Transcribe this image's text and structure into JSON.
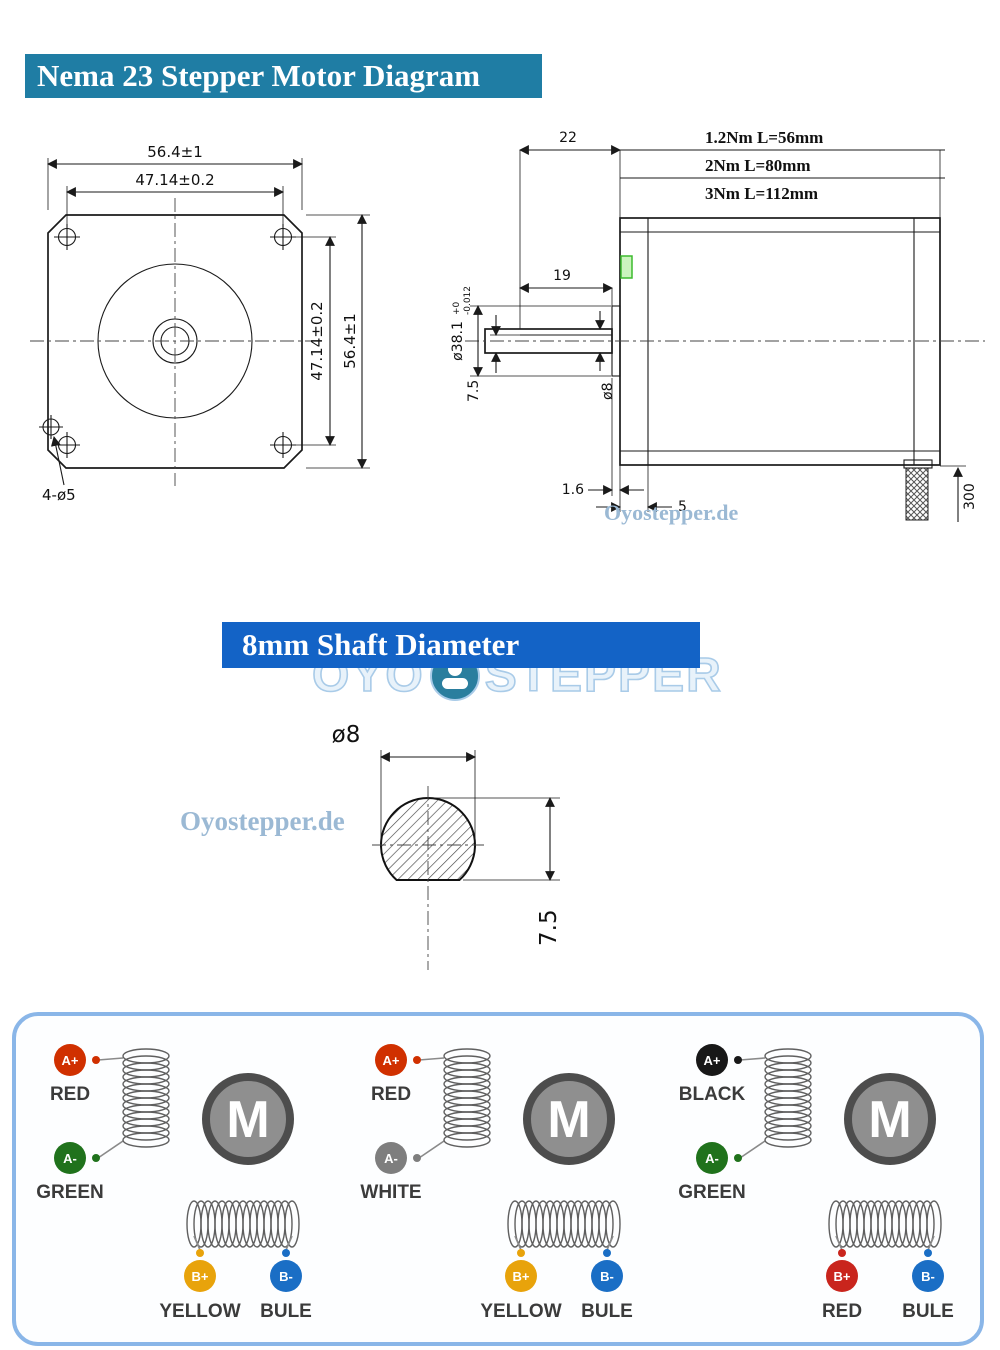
{
  "title_banner": {
    "label": "Nema 23 Stepper Motor Diagram",
    "bg": "#1f7da4"
  },
  "shaft_banner": {
    "label": "8mm Shaft Diameter",
    "bg": "#1363c6"
  },
  "watermarks": {
    "site1": "Oyostepper.de",
    "site2": "Oyostepper.de",
    "brand_left": "OYO",
    "brand_right": "STEPPER",
    "color": "#a9cbe8"
  },
  "front_view": {
    "dim_body_width": "56.4±1",
    "dim_hole_spacing_h": "47.14±0.2",
    "dim_hole_spacing_v": "47.14±0.2",
    "dim_body_height": "56.4±1",
    "mount_holes": "4-ø5"
  },
  "side_view": {
    "dim_front_to_shaft": "22",
    "torque_lengths": [
      "1.2Nm L=56mm",
      "2Nm L=80mm",
      "3Nm L=112mm"
    ],
    "dim_shaft_length": "19",
    "dim_pilot_dia": "ø38.1",
    "dim_pilot_tol_top": "+0",
    "dim_pilot_tol_bottom": "-0.012",
    "dim_flat": "7.5",
    "dim_shaft_dia": "ø8",
    "dim_boss_thickness": "1.6",
    "dim_flange_thickness": "5",
    "dim_cable_length": "300"
  },
  "cross_section": {
    "dim_diameter": "ø8",
    "dim_flat": "7.5"
  },
  "wiring_panel": {
    "motor_label": "M",
    "diagrams": [
      {
        "a_plus": {
          "id": "A+",
          "label": "RED",
          "color": "#d03000"
        },
        "a_minus": {
          "id": "A-",
          "label": "GREEN",
          "color": "#20721c"
        },
        "b_plus": {
          "id": "B+",
          "label": "YELLOW",
          "color": "#e8a30b"
        },
        "b_minus": {
          "id": "B-",
          "label": "BULE",
          "color": "#1a6ec5"
        }
      },
      {
        "a_plus": {
          "id": "A+",
          "label": "RED",
          "color": "#d03000"
        },
        "a_minus": {
          "id": "A-",
          "label": "WHITE",
          "color": "#7e7e7e"
        },
        "b_plus": {
          "id": "B+",
          "label": "YELLOW",
          "color": "#e8a30b"
        },
        "b_minus": {
          "id": "B-",
          "label": "BULE",
          "color": "#1a6ec5"
        }
      },
      {
        "a_plus": {
          "id": "A+",
          "label": "BLACK",
          "color": "#181818"
        },
        "a_minus": {
          "id": "A-",
          "label": "GREEN",
          "color": "#20721c"
        },
        "b_plus": {
          "id": "B+",
          "label": "RED",
          "color": "#c9251d"
        },
        "b_minus": {
          "id": "B-",
          "label": "BULE",
          "color": "#1a6ec5"
        }
      }
    ]
  }
}
